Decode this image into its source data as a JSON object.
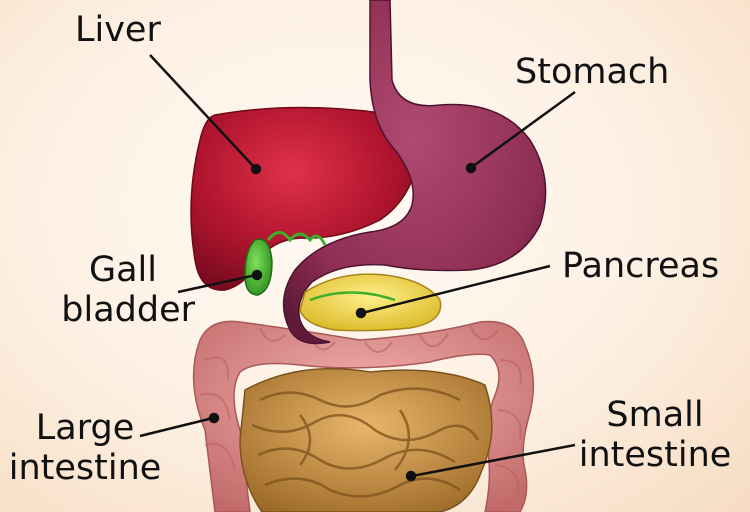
{
  "labels": {
    "liver": "Liver",
    "stomach": "Stomach",
    "gall_bladder": [
      "Gall",
      "bladder"
    ],
    "pancreas": "Pancreas",
    "large_intestine": [
      "Large",
      "intestine"
    ],
    "small_intestine": [
      "Small",
      "intestine"
    ]
  },
  "colors": {
    "background": "#fdf0e2",
    "liver": "#b0152e",
    "stomach": "#8e2e52",
    "gall_bladder": "#3fae2a",
    "pancreas": "#e8c830",
    "large_intestine": "#d98a8a",
    "small_intestine": "#c48a3a",
    "leader_lines": "#111111"
  }
}
